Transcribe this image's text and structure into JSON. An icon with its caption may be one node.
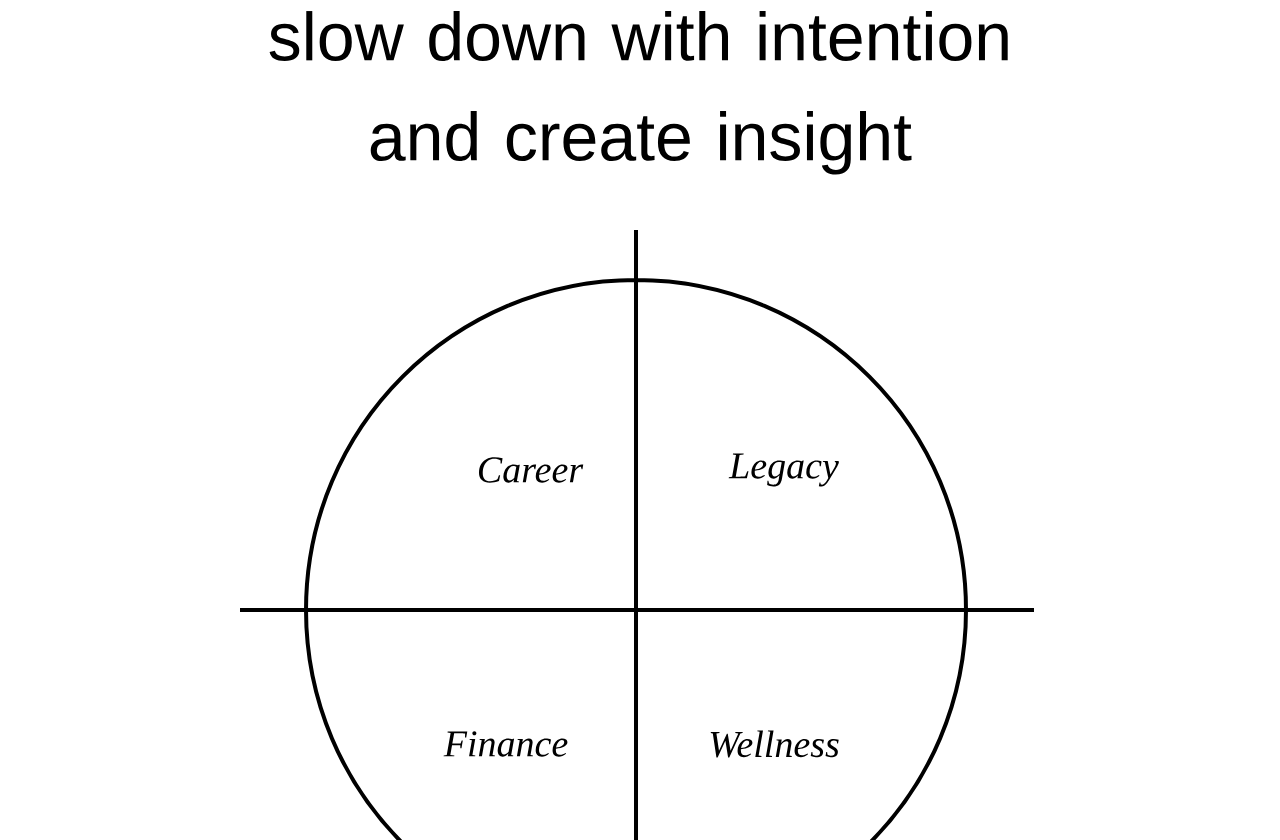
{
  "diagram": {
    "title": "slow down with intention and create insight",
    "labels": [
      "Career",
      "Legacy",
      "Finance",
      "Wellness"
    ]
  }
}
